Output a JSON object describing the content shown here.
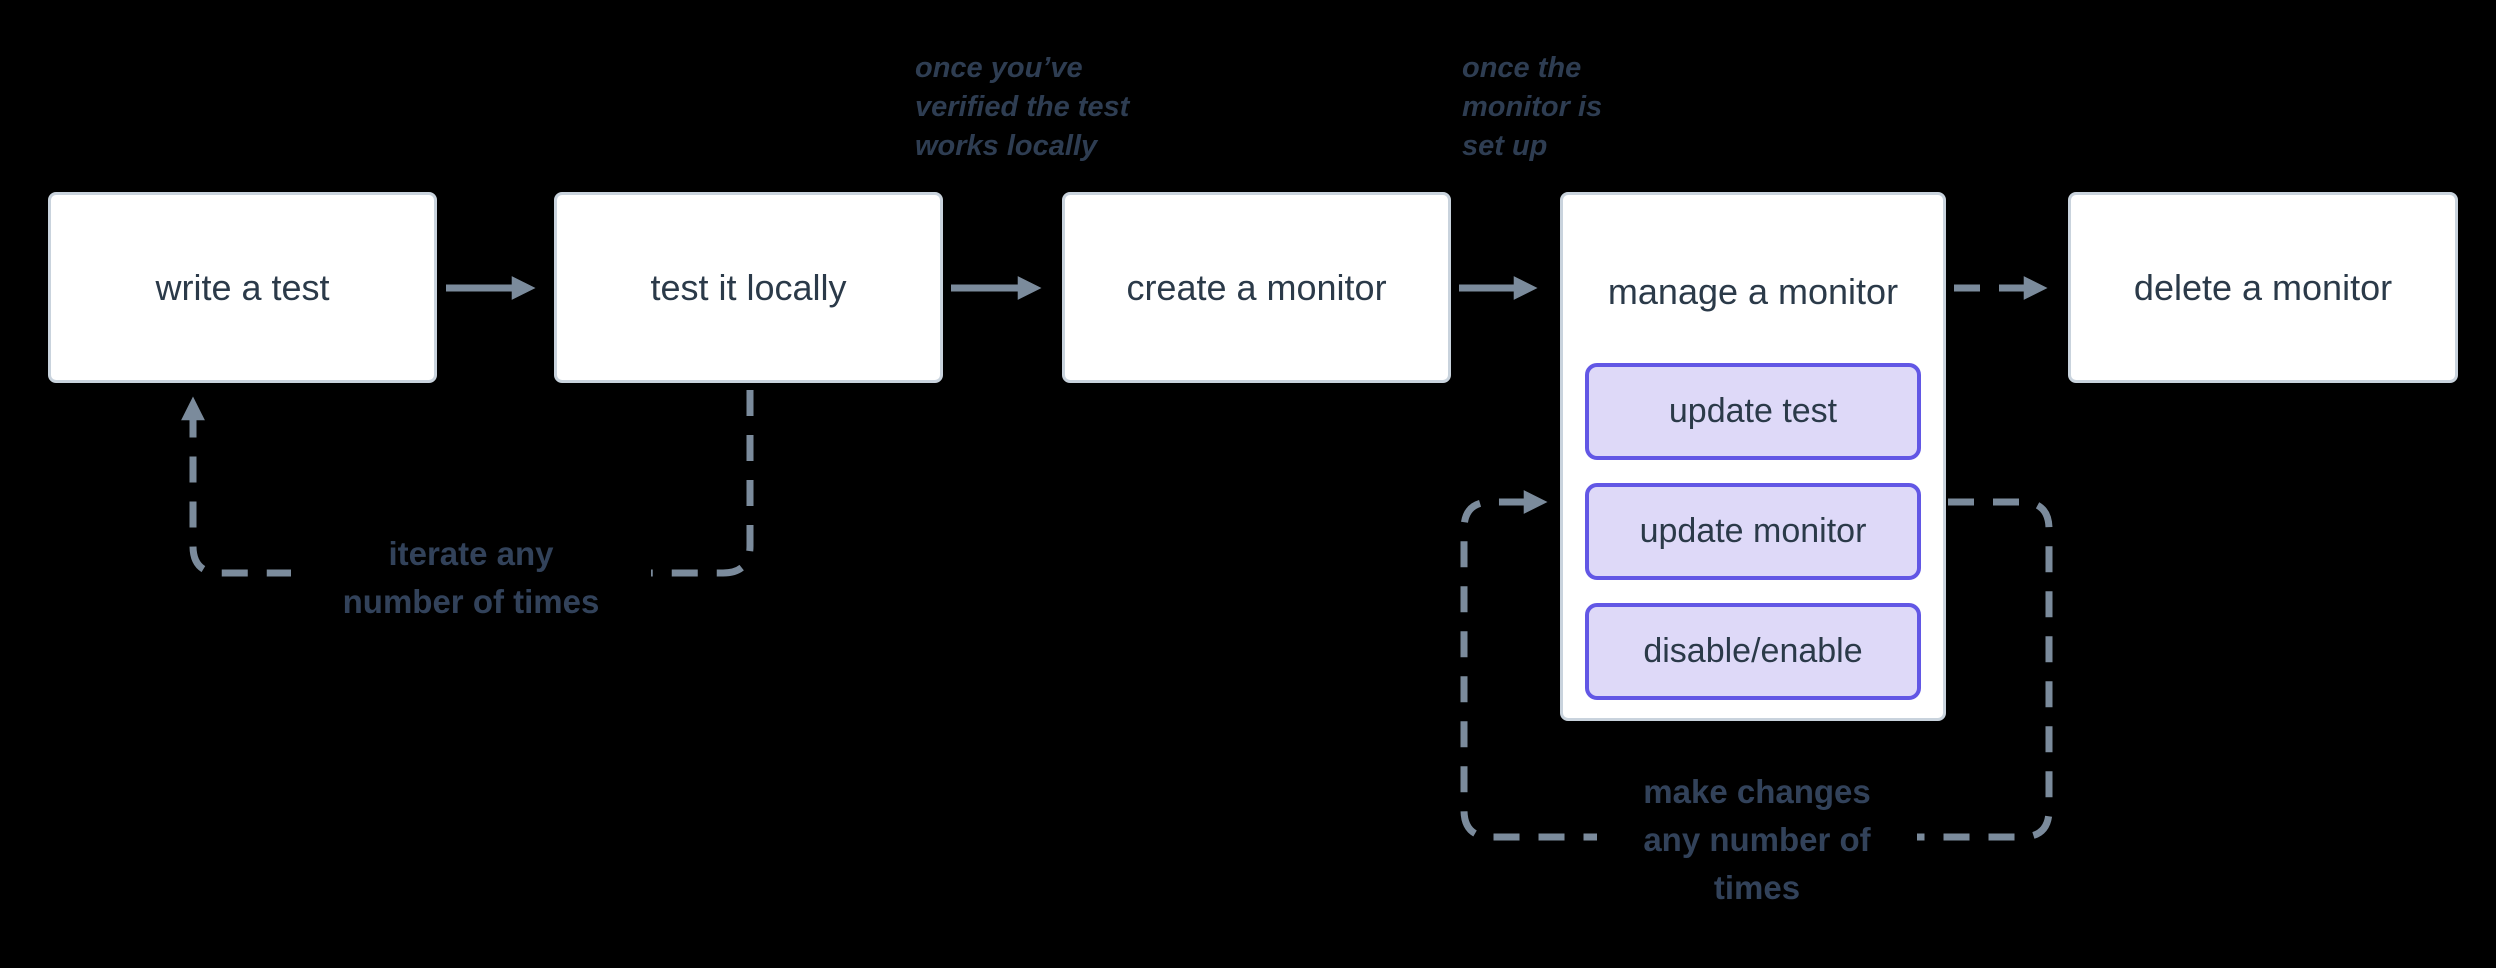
{
  "diagram": {
    "nodes": [
      {
        "label": "write a test"
      },
      {
        "label": "test it locally"
      },
      {
        "label": "create a monitor"
      },
      {
        "label": "manage a monitor",
        "children": [
          {
            "label": "update test"
          },
          {
            "label": "update monitor"
          },
          {
            "label": "disable/enable"
          }
        ]
      },
      {
        "label": "delete a monitor"
      }
    ],
    "annotations": {
      "after_test": {
        "lines": [
          "once you’ve",
          "verified the test",
          "works locally"
        ]
      },
      "after_create": {
        "lines": [
          "once the",
          "monitor is",
          "set up"
        ]
      },
      "iterate_loop": {
        "lines": [
          "iterate any",
          "number of times"
        ]
      },
      "manage_loop": {
        "lines": [
          "make changes",
          "any number of",
          "times"
        ]
      }
    },
    "colors": {
      "background": "#000000",
      "node_fill": "#ffffff",
      "node_border": "#c9d3dd",
      "node_text": "#2b3a49",
      "subnode_fill": "#ded9f8",
      "subnode_border": "#6257e5",
      "connector": "#7b8b9c",
      "annotation_text": "#2e3d52",
      "loop_label_text": "#32425a"
    }
  }
}
